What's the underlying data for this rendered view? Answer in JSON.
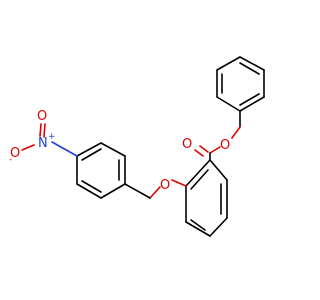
{
  "molecule": {
    "atoms": {
      "nitro_o_top": {
        "element": "O",
        "label": "O",
        "charge": ""
      },
      "nitro_n": {
        "element": "N",
        "label": "N",
        "charge": "+"
      },
      "nitro_o_minus": {
        "element": "O",
        "label": "O",
        "charge": "-"
      },
      "ether_o": {
        "element": "O",
        "label": "O",
        "charge": ""
      },
      "carbonyl_o": {
        "element": "O",
        "label": "O",
        "charge": ""
      },
      "ester_o": {
        "element": "O",
        "label": "O",
        "charge": ""
      }
    },
    "colors": {
      "carbon_bond": "#000000",
      "oxygen": "#e00000",
      "nitrogen": "#2040e0",
      "background": "#ffffff"
    }
  }
}
